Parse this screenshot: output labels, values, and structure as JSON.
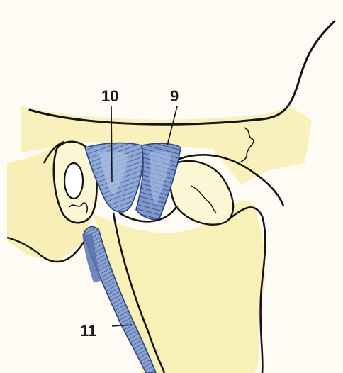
{
  "labels": {
    "ten": "10",
    "nine": "9",
    "eleven": "11"
  },
  "colors": {
    "background": "#fdfbf4",
    "bone_yellow": "#f7efb0",
    "bone_light": "#fbf6d3",
    "ligament_blue": "#8fa8d6",
    "ligament_dark": "#3a4f8a",
    "outline": "#141414"
  }
}
